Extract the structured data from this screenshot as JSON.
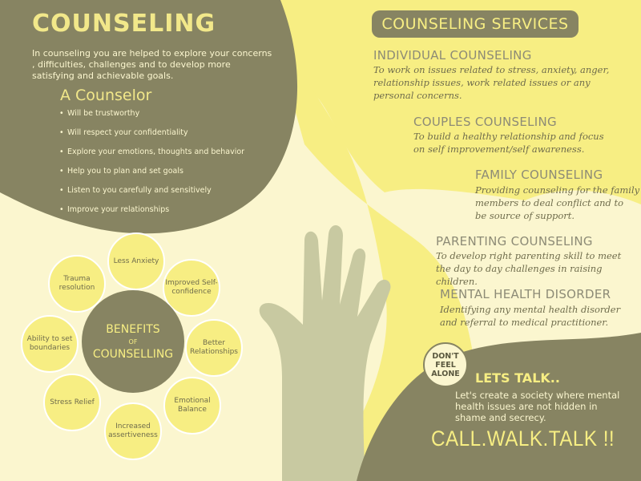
{
  "colors": {
    "background": "#fbf6cf",
    "olive": "#878462",
    "yellow": "#f7ee83",
    "hand": "#c8c9a1"
  },
  "title": "COUNSELING",
  "intro": "In counseling you are helped to explore your concerns , difficulties, challenges and to develop more satisfying and achievable goals.",
  "counselor": {
    "heading": "A Counselor",
    "items": [
      "Will be trustworthy",
      "Will respect your confidentiality",
      "Explore your emotions, thoughts and behavior",
      "Help you to plan and set goals",
      "Listen to you carefully and sensitively",
      "Improve your relationships"
    ]
  },
  "benefits": {
    "center": {
      "line1": "BENEFITS",
      "line2": "OF",
      "line3": "COUNSELLING"
    },
    "petals": [
      "Less Anxiety",
      "Improved Self-confidence",
      "Better Relationships",
      "Emotional Balance",
      "Increased assertiveness",
      "Stress Relief",
      "Ability to set boundaries",
      "Trauma resolution"
    ]
  },
  "services": {
    "heading": "COUNSELING SERVICES",
    "items": [
      {
        "title": "INDIVIDUAL COUNSELING",
        "desc1": "To work on issues related to stress, anxiety, anger,",
        "desc2": "relationship issues, work related issues or any",
        "desc3": "personal concerns."
      },
      {
        "title": "COUPLES COUNSELING",
        "desc1": "To build a healthy relationship and focus",
        "desc2": "on self improvement/self awareness."
      },
      {
        "title": "FAMILY COUNSELING",
        "desc1": "Providing counseling for the family",
        "desc2": "members to deal conflict and to",
        "desc3": "be source of support."
      },
      {
        "title": "PARENTING COUNSELING",
        "desc1": "To develop right parenting skill to meet",
        "desc2": "the day to day challenges in raising children."
      },
      {
        "title": "MENTAL HEALTH DISORDER",
        "desc1": "Identifying any mental health disorder",
        "desc2": "and referral to medical practitioner."
      }
    ]
  },
  "callout": {
    "badge": {
      "line1": "DON'T",
      "line2": "FEEL",
      "line3": "ALONE"
    },
    "heading": "LETS TALK..",
    "desc": "Let's create a society where mental health issues are not hidden in shame and secrecy.",
    "slogan": "CALL.WALK.TALK !!"
  }
}
